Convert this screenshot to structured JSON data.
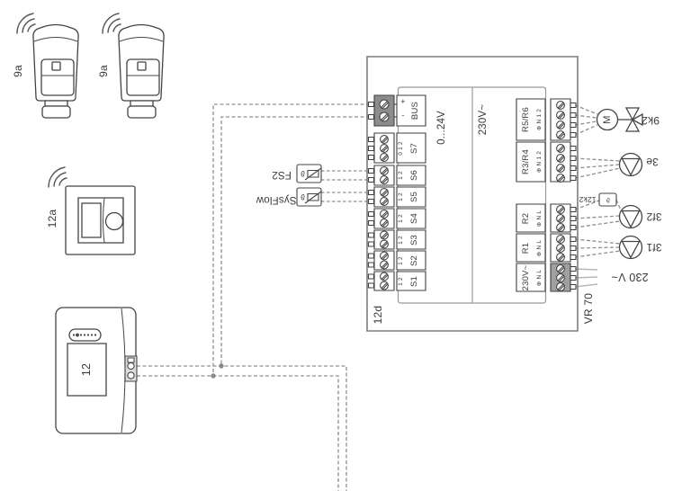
{
  "components": {
    "radiator_thermostat": "9a",
    "radio_room_control": "12a",
    "control": "12",
    "wiring_center": "12d",
    "module": "VR 70",
    "mixer_valve": "9k2",
    "pump_3e": "3e",
    "contact_thermostat": "12k2",
    "pump_3f2": "3f2",
    "pump_3f1": "3f1",
    "mains_supply": "230 V~",
    "sensor_fs2": "FS2",
    "sensor_sysflow": "SysFlow",
    "motor": "M",
    "theta": "ϑ"
  },
  "box": {
    "bus": {
      "label": "BUS",
      "plus": "+",
      "minus": "-"
    },
    "low_voltage": "0...24V",
    "high_voltage": "230V~",
    "sensors": [
      {
        "id": "S7",
        "pins": "0 1 2"
      },
      {
        "id": "S6",
        "pins": "1 2"
      },
      {
        "id": "S5",
        "pins": "1 2"
      },
      {
        "id": "S4",
        "pins": "1 2"
      },
      {
        "id": "S3",
        "pins": "1 2"
      },
      {
        "id": "S2",
        "pins": "1 2"
      },
      {
        "id": "S1",
        "pins": "1 2"
      }
    ],
    "relays": [
      {
        "id": "R5/R6",
        "pins": "⊕ N 1 2"
      },
      {
        "id": "R3/R4",
        "pins": "⊕ N 1 2"
      },
      {
        "id": "R2",
        "pins": "⊕ N L"
      },
      {
        "id": "R1",
        "pins": "⊕ N L"
      },
      {
        "id": "230V~",
        "pins": "⊕ N L"
      }
    ]
  },
  "colors": {
    "line": "#444444",
    "wire_dashed": "#8f8f8f",
    "wire_mains": "#b8b8b8",
    "terminal_dark_fill": "#8c8c8c",
    "text": "#3a3a3a"
  }
}
